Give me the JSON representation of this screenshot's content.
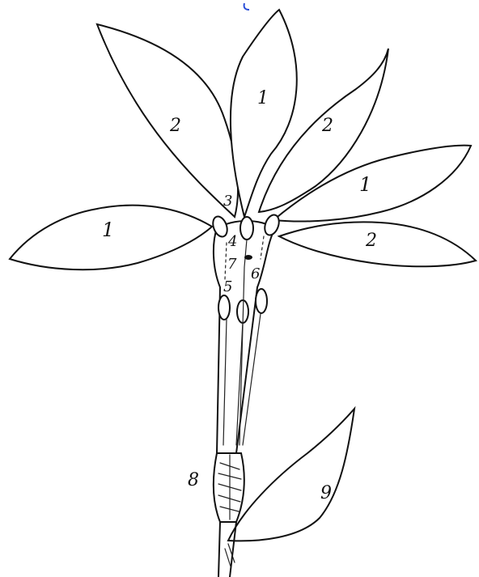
{
  "diagram": {
    "labels": {
      "tepal_outer": "1",
      "tepal_inner": "2",
      "part_3": "3",
      "part_4": "4",
      "part_5": "5",
      "part_6": "6",
      "part_7": "7",
      "part_8": "8",
      "part_9": "9"
    },
    "colors": {
      "ink": "#111111",
      "paper": "#ffffff",
      "accent_mark": "#2b4fd8"
    }
  }
}
